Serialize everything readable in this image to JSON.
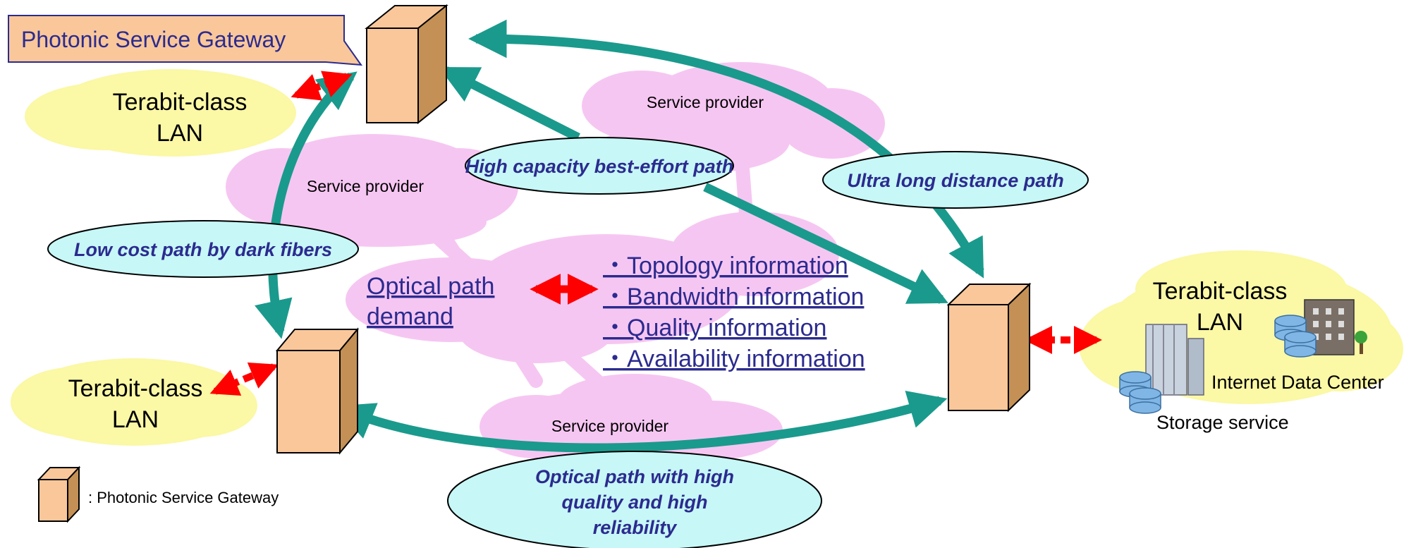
{
  "callout_label": "Photonic Service Gateway",
  "lans": {
    "top_left": [
      "Terabit-class",
      "LAN"
    ],
    "bottom_left": [
      "Terabit-class",
      "LAN"
    ],
    "right": [
      "Terabit-class",
      "LAN"
    ]
  },
  "clouds": {
    "top": "Service provider",
    "left": "Service provider",
    "bottom": "Service provider"
  },
  "paths": {
    "best_effort": "High capacity best-effort path",
    "ultra_long": "Ultra long distance path",
    "dark_fiber": "Low cost path by dark fibers",
    "high_quality": [
      "Optical path with high",
      "quality and high",
      "reliability"
    ]
  },
  "demand": [
    "Optical path",
    "demand"
  ],
  "info_items": [
    "・Topology information",
    "・Bandwidth information",
    "・Quality information",
    "・Availability information"
  ],
  "services": {
    "idc": "Internet Data Center",
    "storage": "Storage service"
  },
  "legend_label": ": Photonic Service Gateway",
  "colors": {
    "arrow_teal": "#1a9a8c",
    "red_arrow": "#ff0000",
    "cloud_pink": "#f6c6f2",
    "cloud_yellow": "#fbf8a6",
    "ellipse_cyan": "#c7f7f7",
    "gateway_front": "#f9c79a",
    "gateway_side": "#c49055",
    "text_blue": "#2b2b8f"
  }
}
